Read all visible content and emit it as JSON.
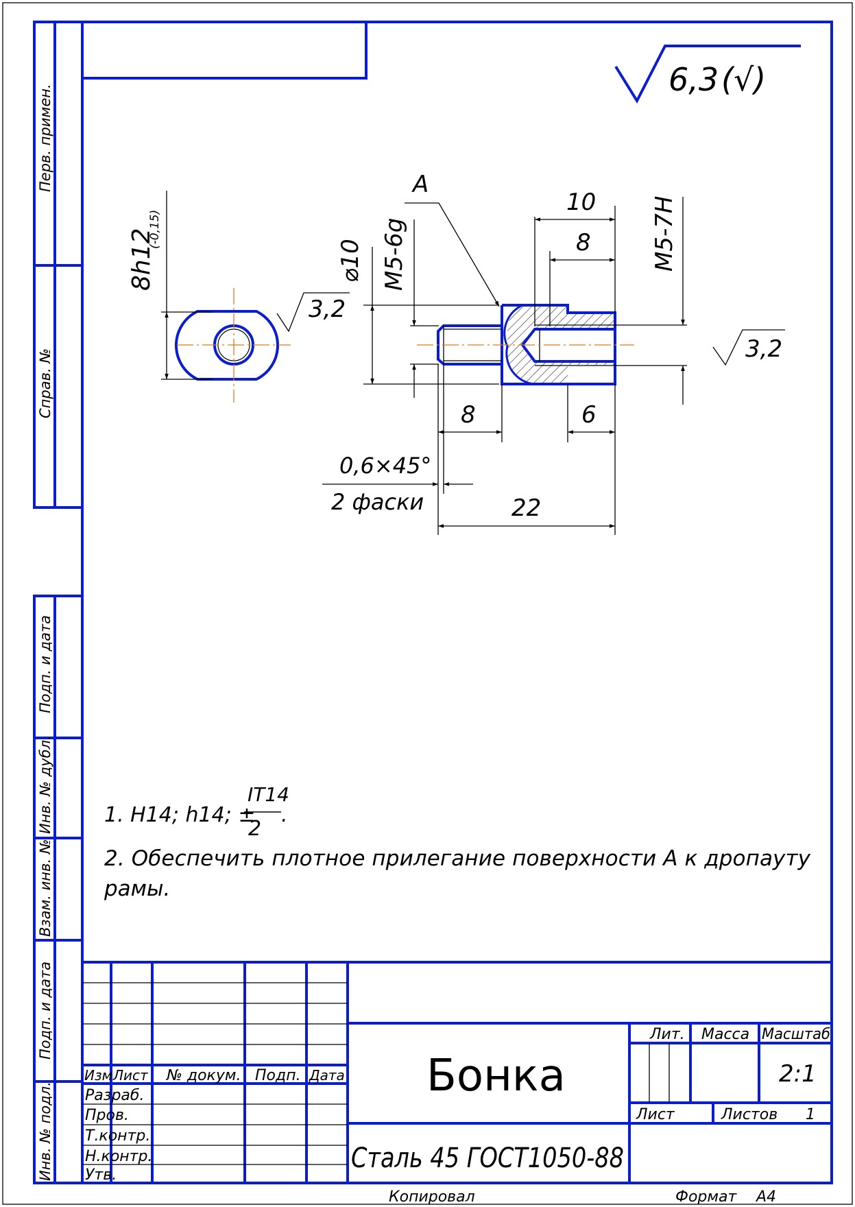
{
  "colors": {
    "frame": "#0a1ed0",
    "lines": "#000000",
    "centerline": "#e07a1a",
    "hatch": "#444444"
  },
  "roughness": {
    "general": "6,3",
    "general_suffix": "(√)",
    "face_left": "3,2",
    "face_right": "3,2"
  },
  "dimensions": {
    "d_8h12": "8h12",
    "d_8h12_tol": "(-0,15)",
    "d_phi10": "⌀10",
    "d_m5_6g": "M5-6g",
    "d_m5_7h": "M5-7H",
    "d_10": "10",
    "d_8_top": "8",
    "d_8_bottom": "8",
    "d_6": "6",
    "d_22": "22",
    "chamfer": "0,6×45°",
    "chamfer_note": "2 фаски",
    "leader_a": "A"
  },
  "notes": {
    "note1_prefix": "1. H14; h14; ±",
    "note1_num": "IT14",
    "note1_den": "2",
    "note1_dot": ".",
    "note2_line1": "2. Обеспечить   плотное   прилегание   поверхности   A   к   дропауту",
    "note2_line2": "рамы."
  },
  "side_labels": {
    "perv_primen": "Перв. примен.",
    "sprav_no": "Справ. №",
    "podp_data_top": "Подп. и дата",
    "inv_dubl": "Инв. № дубл.",
    "vzam_inv": "Взам. инв. №",
    "podp_data_bottom": "Подп. и дата",
    "inv_podl": "Инв. № подл."
  },
  "title_block": {
    "col_izm": "Изм",
    "col_list": "Лист",
    "col_docum": "№ докум.",
    "col_podp": "Подп.",
    "col_data": "Дата",
    "row_razrab": "Разраб.",
    "row_prov": "Пров.",
    "row_tkontr": "Т.контр.",
    "row_nkontr": "Н.контр.",
    "row_utv": "Утв.",
    "part_name": "Бонка",
    "material": "Сталь 45 ГОСТ1050-88",
    "lit": "Лит.",
    "massa": "Масса",
    "masshtab": "Масштаб",
    "scale_value": "2:1",
    "sheet": "Лист",
    "sheets": "Листов",
    "sheets_count": "1"
  },
  "footer": {
    "copied": "Копировал",
    "format_label": "Формат",
    "format_value": "A4"
  }
}
